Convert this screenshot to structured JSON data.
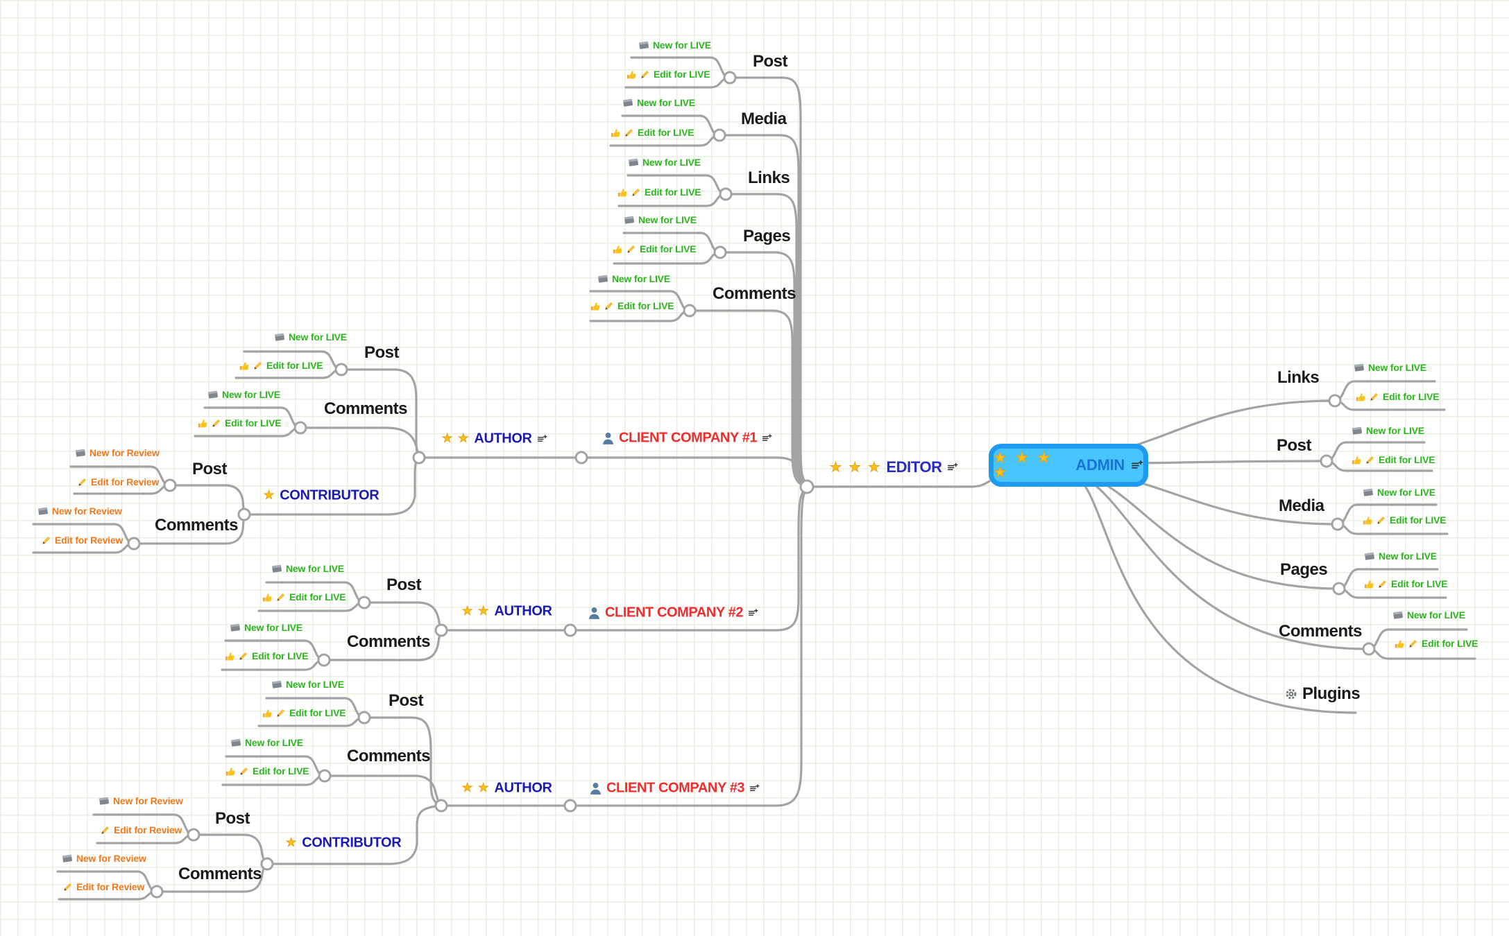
{
  "colors": {
    "live_label": "#2db51f",
    "review_label": "#f0791f",
    "client_label": "#f32b2b",
    "role_label": "#1b1bb4",
    "editor_label": "#2a2ac8",
    "admin_label": "#1a73d6",
    "admin_box_fill": "#47c5fc",
    "admin_box_border": "#1e9bf0",
    "topic_label": "#1a1a1a",
    "connector": "#a3a3a3",
    "star": "#fcc21c"
  },
  "admin": {
    "label": "ADMIN",
    "stars": "★ ★ ★ ★",
    "icon": "notes-add-icon"
  },
  "admin_children": [
    {
      "label": "Links",
      "perms": [
        {
          "label": "New for LIVE",
          "icons": [
            "note-icon"
          ]
        },
        {
          "label": "Edit for LIVE",
          "icons": [
            "thumbs-up-icon",
            "pencil-icon"
          ]
        }
      ]
    },
    {
      "label": "Post",
      "perms": [
        {
          "label": "New for LIVE",
          "icons": [
            "note-icon"
          ]
        },
        {
          "label": "Edit for LIVE",
          "icons": [
            "thumbs-up-icon",
            "pencil-icon"
          ]
        }
      ]
    },
    {
      "label": "Media",
      "perms": [
        {
          "label": "New for LIVE",
          "icons": [
            "note-icon"
          ]
        },
        {
          "label": "Edit for LIVE",
          "icons": [
            "thumbs-up-icon",
            "pencil-icon"
          ]
        }
      ]
    },
    {
      "label": "Pages",
      "perms": [
        {
          "label": "New for LIVE",
          "icons": [
            "note-icon"
          ]
        },
        {
          "label": "Edit for LIVE",
          "icons": [
            "thumbs-up-icon",
            "pencil-icon"
          ]
        }
      ]
    },
    {
      "label": "Comments",
      "perms": [
        {
          "label": "New for LIVE",
          "icons": [
            "note-icon"
          ]
        },
        {
          "label": "Edit for LIVE",
          "icons": [
            "thumbs-up-icon",
            "pencil-icon"
          ]
        }
      ]
    },
    {
      "label": "Plugins",
      "icon": "gear-icon",
      "perms": []
    }
  ],
  "editor": {
    "label": "EDITOR",
    "stars": "★ ★ ★",
    "icon": "notes-add-icon"
  },
  "editor_topics": [
    {
      "label": "Post",
      "perms": [
        {
          "label": "New for LIVE",
          "icons": [
            "note-icon"
          ]
        },
        {
          "label": "Edit for LIVE",
          "icons": [
            "thumbs-up-icon",
            "pencil-icon"
          ]
        }
      ]
    },
    {
      "label": "Media",
      "perms": [
        {
          "label": "New for LIVE",
          "icons": [
            "note-icon"
          ]
        },
        {
          "label": "Edit for LIVE",
          "icons": [
            "thumbs-up-icon",
            "pencil-icon"
          ]
        }
      ]
    },
    {
      "label": "Links",
      "perms": [
        {
          "label": "New for LIVE",
          "icons": [
            "note-icon"
          ]
        },
        {
          "label": "Edit for LIVE",
          "icons": [
            "thumbs-up-icon",
            "pencil-icon"
          ]
        }
      ]
    },
    {
      "label": "Pages",
      "perms": [
        {
          "label": "New for LIVE",
          "icons": [
            "note-icon"
          ]
        },
        {
          "label": "Edit for LIVE",
          "icons": [
            "thumbs-up-icon",
            "pencil-icon"
          ]
        }
      ]
    },
    {
      "label": "Comments",
      "perms": [
        {
          "label": "New for LIVE",
          "icons": [
            "note-icon"
          ]
        },
        {
          "label": "Edit for LIVE",
          "icons": [
            "thumbs-up-icon",
            "pencil-icon"
          ]
        }
      ]
    }
  ],
  "clients": [
    {
      "label": "CLIENT COMPANY #1",
      "icon": "person-icon",
      "author": {
        "label": "AUTHOR",
        "stars": "★ ★",
        "topics": [
          {
            "label": "Post",
            "perms": [
              {
                "label": "New for LIVE",
                "icons": [
                  "note-icon"
                ]
              },
              {
                "label": "Edit for LIVE",
                "icons": [
                  "thumbs-up-icon",
                  "pencil-icon"
                ]
              }
            ]
          },
          {
            "label": "Comments",
            "perms": [
              {
                "label": "New for LIVE",
                "icons": [
                  "note-icon"
                ]
              },
              {
                "label": "Edit for LIVE",
                "icons": [
                  "thumbs-up-icon",
                  "pencil-icon"
                ]
              }
            ]
          }
        ]
      },
      "contributor": {
        "label": "CONTRIBUTOR",
        "stars": "★",
        "topics": [
          {
            "label": "Post",
            "perms": [
              {
                "label": "New for Review",
                "icons": [
                  "note-icon"
                ]
              },
              {
                "label": "Edit for Review",
                "icons": [
                  "pencil-icon"
                ]
              }
            ]
          },
          {
            "label": "Comments",
            "perms": [
              {
                "label": "New for Review",
                "icons": [
                  "note-icon"
                ]
              },
              {
                "label": "Edit for Review",
                "icons": [
                  "pencil-icon"
                ]
              }
            ]
          }
        ]
      }
    },
    {
      "label": "CLIENT COMPANY #2",
      "icon": "person-icon",
      "author": {
        "label": "AUTHOR",
        "stars": "★ ★",
        "topics": [
          {
            "label": "Post",
            "perms": [
              {
                "label": "New for LIVE",
                "icons": [
                  "note-icon"
                ]
              },
              {
                "label": "Edit for LIVE",
                "icons": [
                  "thumbs-up-icon",
                  "pencil-icon"
                ]
              }
            ]
          },
          {
            "label": "Comments",
            "perms": [
              {
                "label": "New for LIVE",
                "icons": [
                  "note-icon"
                ]
              },
              {
                "label": "Edit for LIVE",
                "icons": [
                  "thumbs-up-icon",
                  "pencil-icon"
                ]
              }
            ]
          }
        ]
      }
    },
    {
      "label": "CLIENT COMPANY #3",
      "icon": "person-icon",
      "author": {
        "label": "AUTHOR",
        "stars": "★ ★",
        "topics": [
          {
            "label": "Post",
            "perms": [
              {
                "label": "New for LIVE",
                "icons": [
                  "note-icon"
                ]
              },
              {
                "label": "Edit for LIVE",
                "icons": [
                  "thumbs-up-icon",
                  "pencil-icon"
                ]
              }
            ]
          },
          {
            "label": "Comments",
            "perms": [
              {
                "label": "New for LIVE",
                "icons": [
                  "note-icon"
                ]
              },
              {
                "label": "Edit for LIVE",
                "icons": [
                  "thumbs-up-icon",
                  "pencil-icon"
                ]
              }
            ]
          }
        ]
      },
      "contributor": {
        "label": "CONTRIBUTOR",
        "stars": "★",
        "topics": [
          {
            "label": "Post",
            "perms": [
              {
                "label": "New for Review",
                "icons": [
                  "note-icon"
                ]
              },
              {
                "label": "Edit for Review",
                "icons": [
                  "pencil-icon"
                ]
              }
            ]
          },
          {
            "label": "Comments",
            "perms": [
              {
                "label": "New for Review",
                "icons": [
                  "note-icon"
                ]
              },
              {
                "label": "Edit for Review",
                "icons": [
                  "pencil-icon"
                ]
              }
            ]
          }
        ]
      }
    }
  ]
}
